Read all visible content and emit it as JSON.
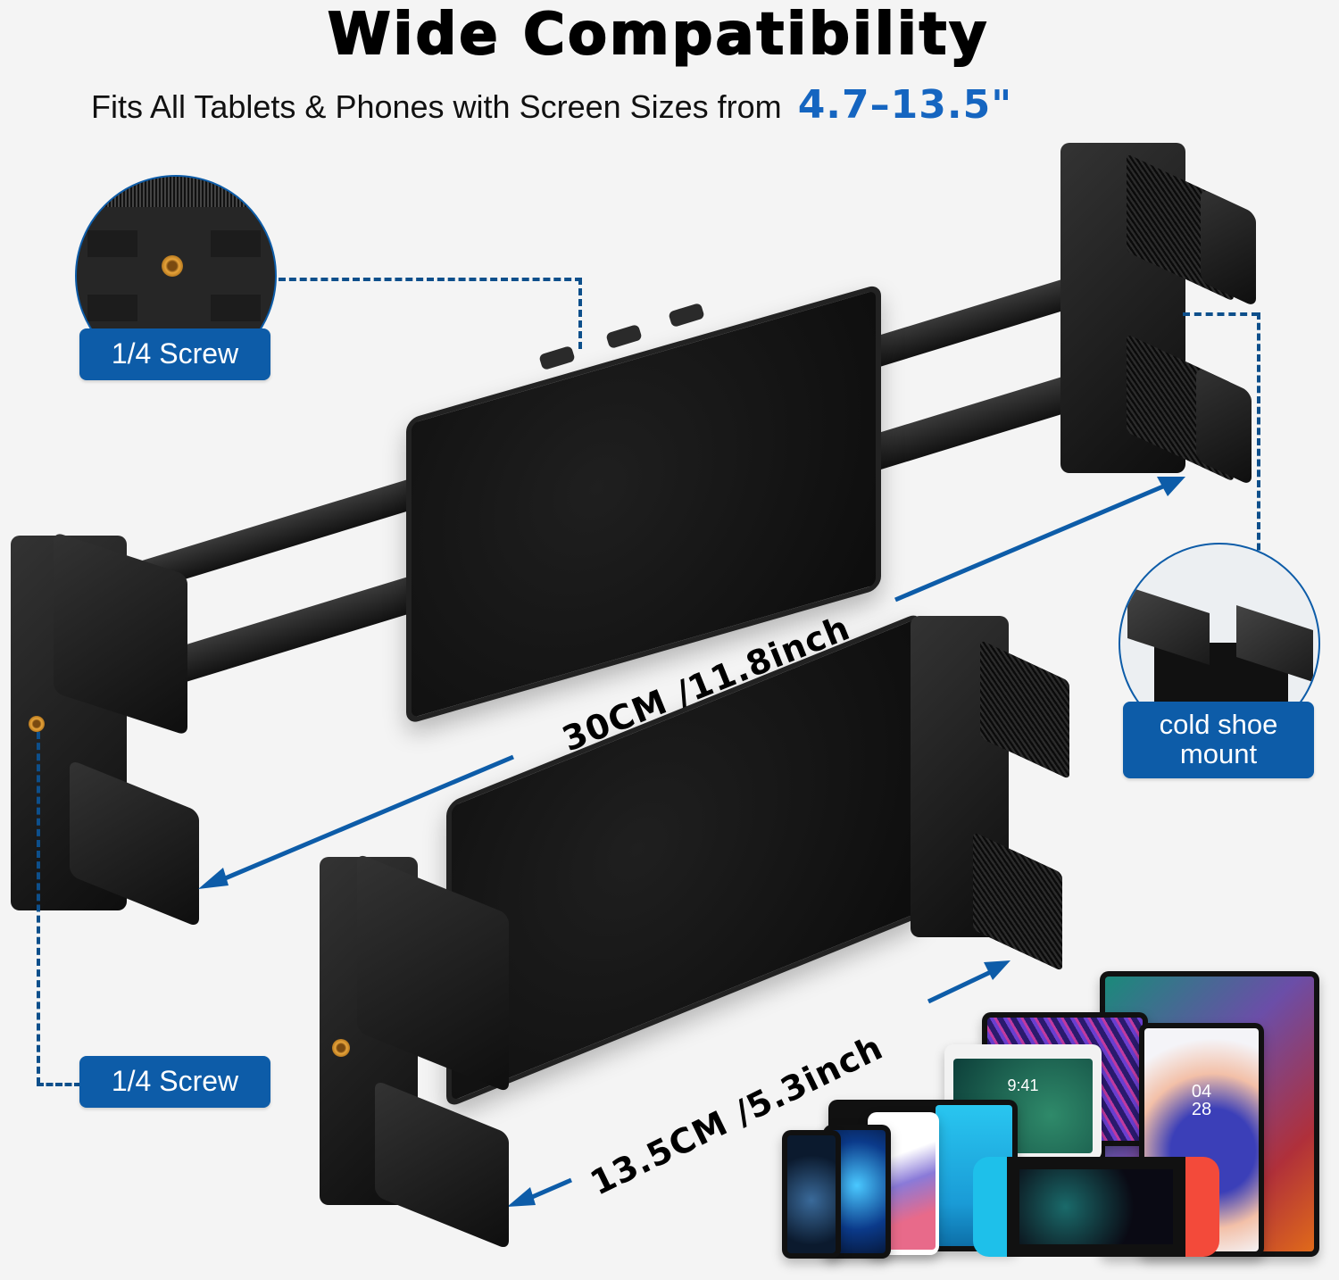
{
  "header": {
    "title": "Wide Compatibility",
    "subtitle": "Fits All Tablets & Phones with Screen Sizes from",
    "size_range": "4.7–13.5\""
  },
  "callouts": {
    "top_left_label": "1/4 Screw",
    "bottom_left_label": "1/4 Screw",
    "right_label_line1": "cold shoe",
    "right_label_line2": "mount"
  },
  "measurements": {
    "max_width": "30CM /11.8inch",
    "min_width": "13.5CM /5.3inch"
  },
  "devices": {
    "ipad_lock_time": "9:41",
    "tablet_clock_hour": "04",
    "tablet_clock_minute": "28"
  },
  "colors": {
    "accent_blue": "#0d5ca8",
    "range_blue": "#1565c0",
    "background": "#f4f4f4"
  }
}
